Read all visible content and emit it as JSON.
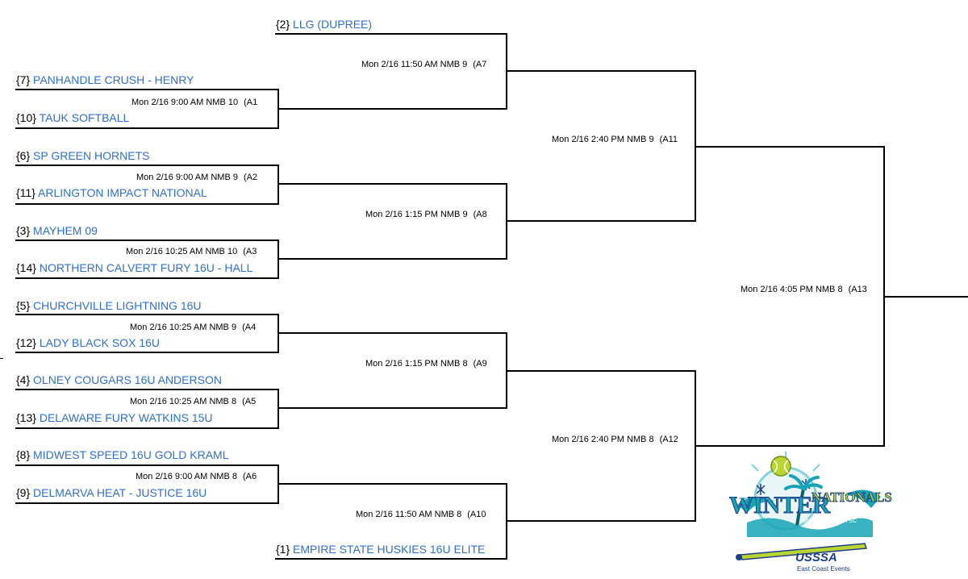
{
  "teams": [
    {
      "seed": "{2}",
      "name": "LLG (DUPREE)"
    },
    {
      "seed": "{7}",
      "name": "PANHANDLE CRUSH - HENRY"
    },
    {
      "seed": "{10}",
      "name": "TAUK SOFTBALL"
    },
    {
      "seed": "{6}",
      "name": "SP GREEN HORNETS"
    },
    {
      "seed": "{11}",
      "name": "ARLINGTON IMPACT NATIONAL"
    },
    {
      "seed": "{3}",
      "name": "MAYHEM 09"
    },
    {
      "seed": "{14}",
      "name": "NORTHERN CALVERT FURY 16U - HALL"
    },
    {
      "seed": "{5}",
      "name": "CHURCHVILLE LIGHTNING 16U"
    },
    {
      "seed": "{12}",
      "name": "LADY BLACK SOX 16U"
    },
    {
      "seed": "{4}",
      "name": "OLNEY COUGARS 16U ANDERSON"
    },
    {
      "seed": "{13}",
      "name": "DELAWARE FURY WATKINS 15U"
    },
    {
      "seed": "{8}",
      "name": "MIDWEST SPEED 16U GOLD KRAML"
    },
    {
      "seed": "{9}",
      "name": "DELMARVA HEAT - JUSTICE 16U"
    },
    {
      "seed": "{1}",
      "name": "EMPIRE STATE HUSKIES 16U ELITE"
    }
  ],
  "games": [
    {
      "info": "Mon 2/16 11:50 AM NMB 9",
      "code": "(A7"
    },
    {
      "info": "Mon 2/16 9:00 AM NMB 10",
      "code": "(A1"
    },
    {
      "info": "Mon 2/16 2:40 PM NMB 9",
      "code": "(A11"
    },
    {
      "info": "Mon 2/16 9:00 AM NMB 9",
      "code": "(A2"
    },
    {
      "info": "Mon 2/16 1:15 PM NMB 9",
      "code": "(A8"
    },
    {
      "info": "Mon 2/16 10:25 AM NMB 10",
      "code": "(A3"
    },
    {
      "info": "Mon 2/16 4:05 PM NMB 8",
      "code": "(A13"
    },
    {
      "info": "Mon 2/16 10:25 AM NMB 9",
      "code": "(A4"
    },
    {
      "info": "Mon 2/16 1:15 PM NMB 8",
      "code": "(A9"
    },
    {
      "info": "Mon 2/16 10:25 AM NMB 8",
      "code": "(A5"
    },
    {
      "info": "Mon 2/16 2:40 PM NMB 8",
      "code": "(A12"
    },
    {
      "info": "Mon 2/16 9:00 AM NMB 8",
      "code": "(A6"
    },
    {
      "info": "Mon 2/16 11:50 AM NMB 8",
      "code": "(A10"
    }
  ],
  "logo": {
    "title_left": "WINTER",
    "title_right": "NATIONALS",
    "subtitle": "MYRTLE BEACH SC",
    "brand": "USSSA",
    "tagline": "East Coast Events",
    "colors": {
      "teal": "#16a3b5",
      "navy": "#1d3f86",
      "lime": "#b9d531",
      "aqua": "#7fd3df"
    }
  }
}
